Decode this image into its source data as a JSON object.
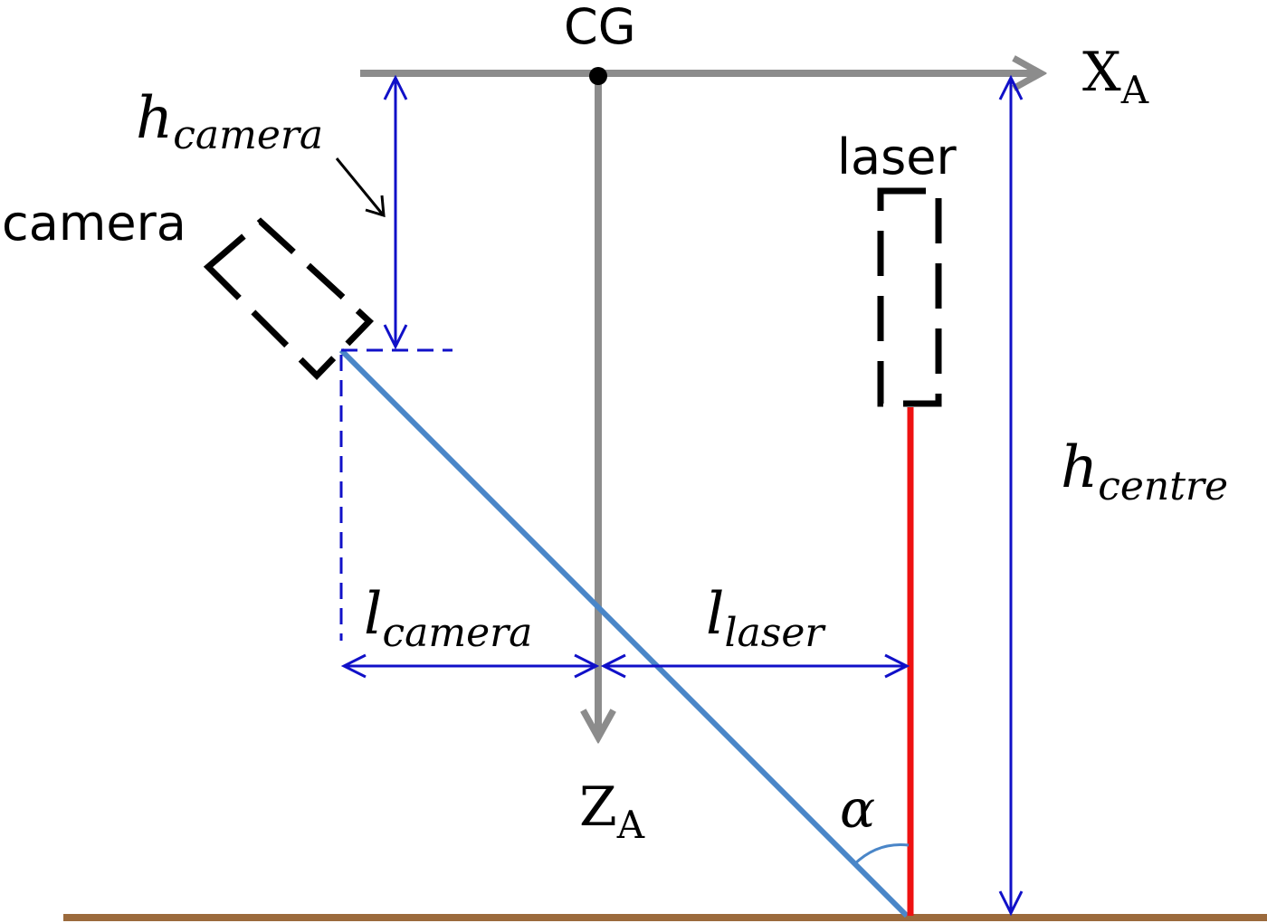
{
  "labels": {
    "cg": "CG",
    "x_axis": "X",
    "x_axis_sub": "A",
    "z_axis": "Z",
    "z_axis_sub": "A",
    "camera": "camera",
    "laser": "laser",
    "h_camera": "h",
    "h_camera_sub": "camera",
    "h_centre": "h",
    "h_centre_sub": "centre",
    "l_camera": "l",
    "l_camera_sub": "camera",
    "l_laser": "l",
    "l_laser_sub": "laser",
    "alpha": "α"
  },
  "colors": {
    "axis": "#8c8c8c",
    "dimension": "#1010c8",
    "camera_ray": "#4a86c8",
    "laser_beam": "#ee1111",
    "ground": "#9b6a3c",
    "outline": "#000000"
  }
}
